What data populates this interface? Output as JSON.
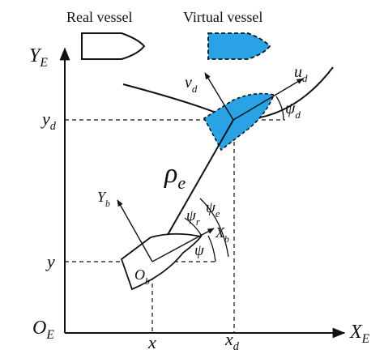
{
  "legend": {
    "real_vessel": "Real vessel",
    "virtual_vessel": "Virtual vessel"
  },
  "axes": {
    "y_axis": {
      "main": "Y",
      "sub": "E"
    },
    "x_axis": {
      "main": "X",
      "sub": "E"
    },
    "origin": {
      "main": "O",
      "sub": "E"
    }
  },
  "ticks": {
    "yd": {
      "main": "y",
      "sub": "d"
    },
    "y": {
      "main": "y"
    },
    "x": {
      "main": "x"
    },
    "xd": {
      "main": "x",
      "sub": "d"
    }
  },
  "virtual_labels": {
    "vd": {
      "main": "v",
      "sub": "d"
    },
    "ud": {
      "main": "u",
      "sub": "d"
    },
    "psi_d": {
      "main": "ψ",
      "sub": "d"
    }
  },
  "real_labels": {
    "Yb": {
      "main": "Y",
      "sub": "b"
    },
    "Xb": {
      "main": "X",
      "sub": "b"
    },
    "Ob": {
      "main": "O",
      "sub": "b"
    },
    "psi_e": {
      "main": "ψ",
      "sub": "e"
    },
    "psi_r": {
      "main": "ψ",
      "sub": "r"
    },
    "psi": {
      "main": "ψ"
    }
  },
  "rho": {
    "main": "ρ",
    "sub": "e"
  },
  "colors": {
    "virtual_fill": "#2aa2e6",
    "stroke": "#111111"
  }
}
